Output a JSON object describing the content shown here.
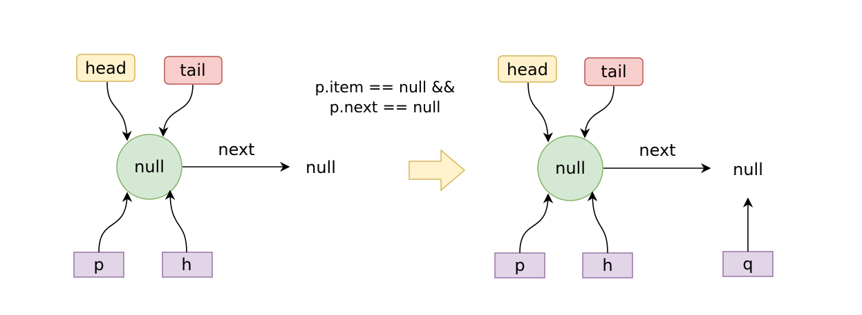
{
  "colors": {
    "yellow_fill": "#fff2cc",
    "yellow_stroke": "#d6b656",
    "red_fill": "#f8cecc",
    "red_stroke": "#b85450",
    "green_fill": "#d5e8d4",
    "green_stroke": "#82b366",
    "purple_fill": "#e1d5e7",
    "purple_stroke": "#9673a6",
    "arrow_fill": "#fff2cc",
    "arrow_stroke": "#d6b656"
  },
  "condition": {
    "line1": "p.item == null &&",
    "line2": "p.next == null"
  },
  "before": {
    "head_label": "head",
    "tail_label": "tail",
    "node_label": "null",
    "next_label": "next",
    "target_label": "null",
    "p_label": "p",
    "h_label": "h"
  },
  "after": {
    "head_label": "head",
    "tail_label": "tail",
    "node_label": "null",
    "next_label": "next",
    "target_label": "null",
    "p_label": "p",
    "h_label": "h",
    "q_label": "q"
  }
}
